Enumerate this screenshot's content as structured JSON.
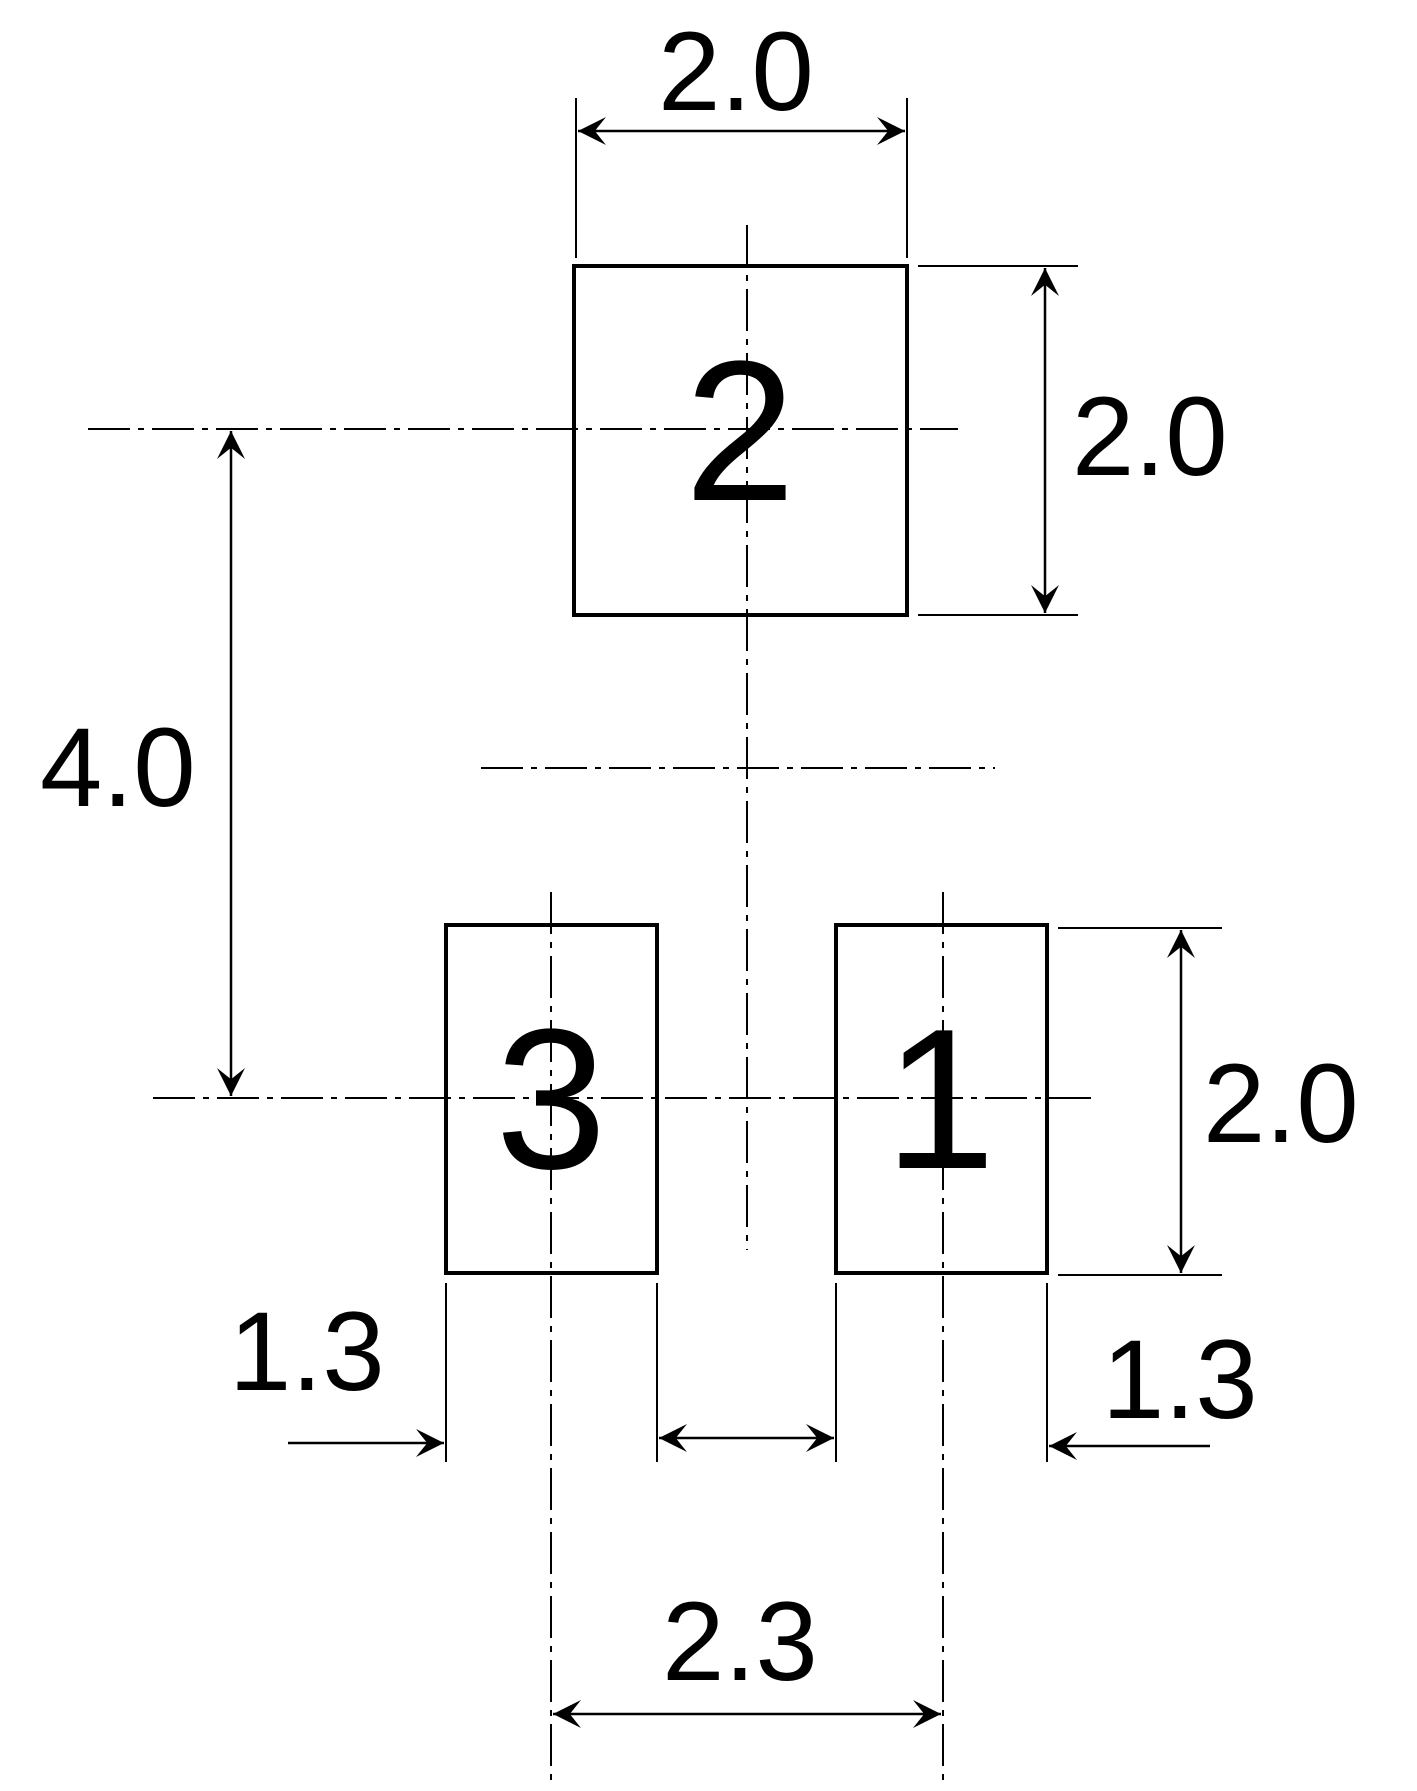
{
  "drawing": {
    "pads": [
      {
        "number": "2"
      },
      {
        "number": "3"
      },
      {
        "number": "1"
      }
    ],
    "dimensions": {
      "pad2_width": "2.0",
      "pad2_height": "2.0",
      "pitch_vertical": "4.0",
      "pad1_height": "2.0",
      "pad3_width": "1.3",
      "pad1_width": "1.3",
      "pad_pitch_horizontal": "2.3"
    },
    "line_color": "#000000",
    "background_color": "#ffffff"
  }
}
